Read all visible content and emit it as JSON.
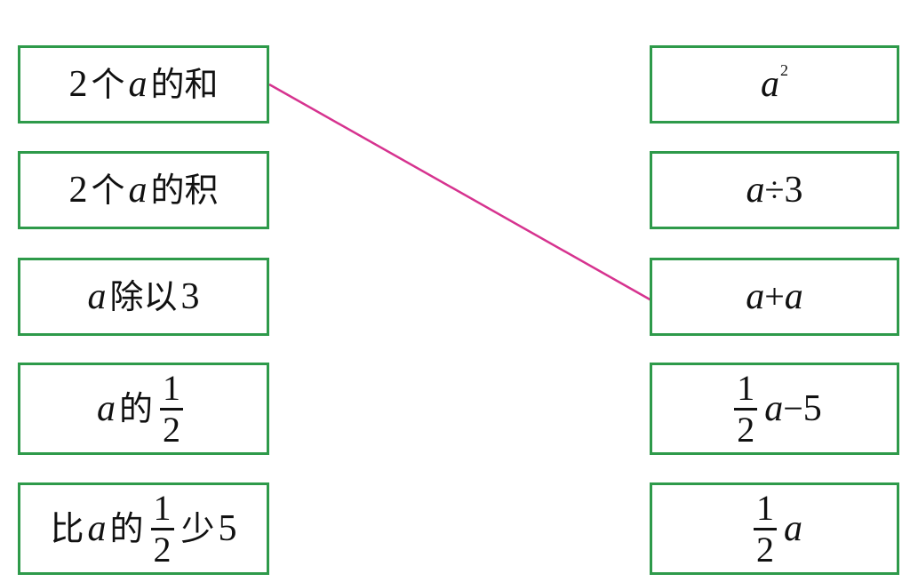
{
  "colors": {
    "box_border": "#2e9a4a",
    "connector_line": "#d6338f",
    "text": "#111111"
  },
  "left": {
    "item1": {
      "num": "2",
      "ge": "个",
      "var": "a",
      "rest": "的和"
    },
    "item2": {
      "num": "2",
      "ge": "个",
      "var": "a",
      "rest": "的积"
    },
    "item3": {
      "var": "a",
      "rest": "除以",
      "num": "3"
    },
    "item4": {
      "var": "a",
      "de": "的",
      "frac_num": "1",
      "frac_den": "2"
    },
    "item5": {
      "bi": "比",
      "var": "a",
      "de": "的",
      "frac_num": "1",
      "frac_den": "2",
      "shao": "少",
      "num": "5"
    }
  },
  "right": {
    "item1": {
      "var": "a",
      "exp": "2"
    },
    "item2": {
      "var": "a",
      "op": "÷",
      "num": "3"
    },
    "item3": {
      "var1": "a",
      "op": "+",
      "var2": "a"
    },
    "item4": {
      "frac_num": "1",
      "frac_den": "2",
      "var": "a",
      "op": "−",
      "num": "5"
    },
    "item5": {
      "frac_num": "1",
      "frac_den": "2",
      "var": "a"
    }
  }
}
